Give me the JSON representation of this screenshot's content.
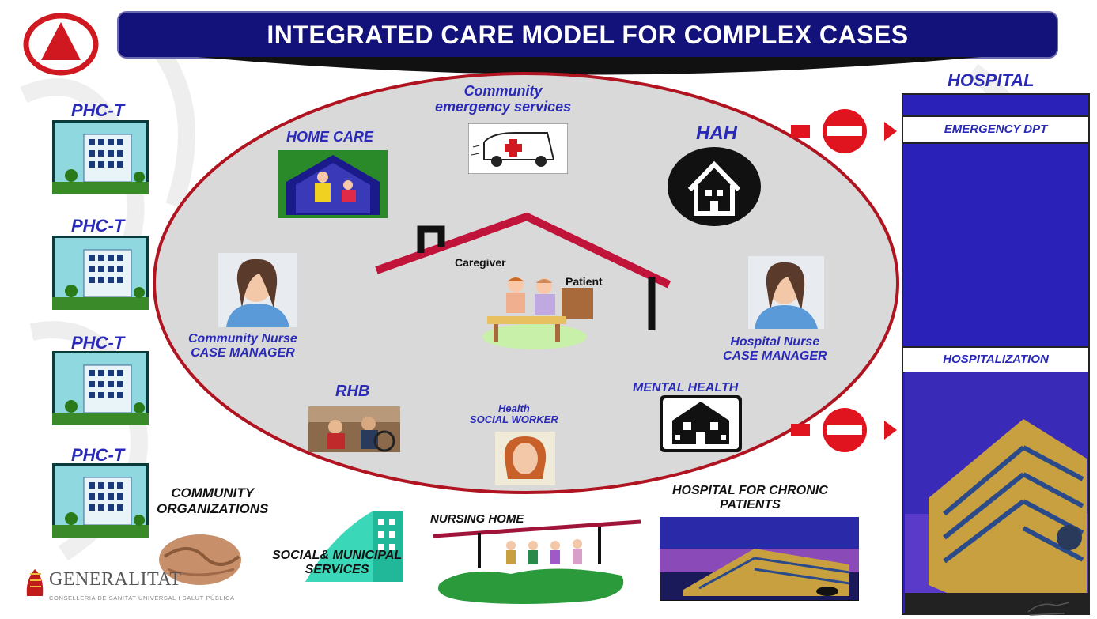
{
  "title": "INTEGRATED CARE MODEL FOR COMPLEX CASES",
  "phc_labels": [
    "PHC-T",
    "PHC-T",
    "PHC-T",
    "PHC-T"
  ],
  "hospital": {
    "heading": "HOSPITAL",
    "emergency": "EMERGENCY DPT",
    "hospitalization": "HOSPITALIZATION"
  },
  "circle": {
    "emergency_services": "Community\nemergency services",
    "home_care": "HOME CARE",
    "hah": "HAH",
    "caregiver": "Caregiver",
    "patient": "Patient",
    "community_nurse": "Community Nurse\nCASE MANAGER",
    "hospital_nurse": "Hospital Nurse\nCASE MANAGER",
    "rhb": "RHB",
    "social_worker": "Health\nSOCIAL WORKER",
    "mental_health": "MENTAL HEALTH"
  },
  "bottom": {
    "community_orgs": "COMMUNITY\nORGANIZATIONS",
    "social_services": "SOCIAL& MUNICIPAL\nSERVICES",
    "nursing_home": "NURSING HOME",
    "chronic_hospital": "HOSPITAL FOR CHRONIC\nPATIENTS"
  },
  "logo": {
    "name": "GENERALITAT",
    "subtitle": "CONSELLERIA DE SANITAT UNIVERSAL I SALUT PÚBLICA"
  },
  "colors": {
    "title_bg": "#12127a",
    "accent_red": "#c0141e",
    "label_blue": "#2a2ab8",
    "circle_fill": "#d9d9d9"
  },
  "icons": [
    "warning-triangle-icon",
    "building-icon",
    "house-icon",
    "no-entry-icon",
    "ambulance-icon"
  ]
}
